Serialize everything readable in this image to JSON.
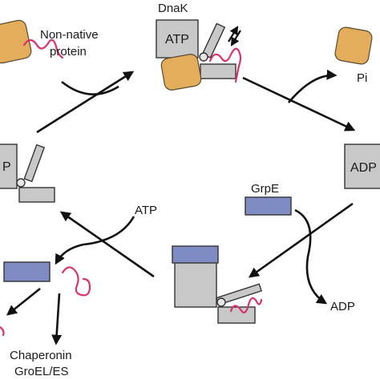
{
  "labels": {
    "dnak": "DnaK",
    "atp_box": "ATP",
    "non_native": "Non-native",
    "protein": "protein",
    "pi": "Pi",
    "adp_box": "ADP",
    "grpe": "GrpE",
    "atp_free": "ATP",
    "adp_free": "ADP",
    "left_box": "P",
    "chaperonin": "Chaperonin",
    "groel": "GroEL/ES"
  },
  "colors": {
    "dnak_body": "#c8c8c8",
    "grpe": "#7f8cc4",
    "substrate": "#e3ad5c",
    "polypeptide": "#d6336c"
  }
}
